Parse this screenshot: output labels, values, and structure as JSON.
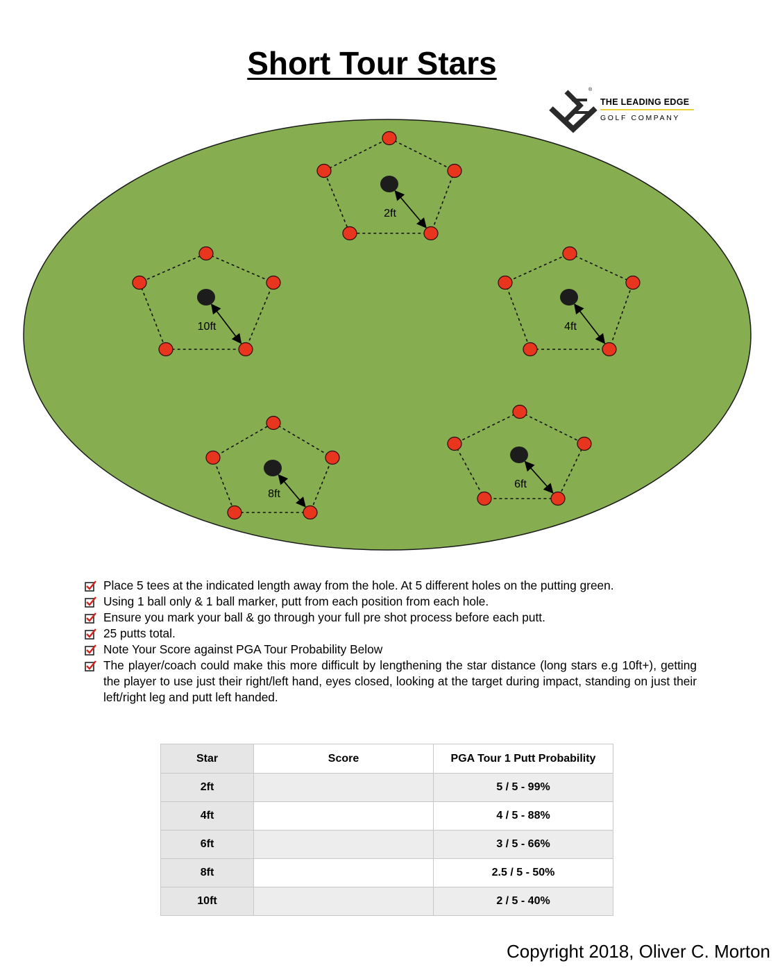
{
  "title": "Short Tour Stars",
  "logo": {
    "line1": "THE LEADING EDGE",
    "line2": "GOLF COMPANY",
    "registered": "®",
    "accent_color": "#e8d43a",
    "icon": "leading-edge-logo-icon"
  },
  "colors": {
    "green": "#86ad4f",
    "tee": "#e8361e",
    "hole": "#1c1c1c"
  },
  "stars": [
    {
      "name": "star-2ft",
      "label": "2ft"
    },
    {
      "name": "star-10ft",
      "label": "10ft"
    },
    {
      "name": "star-4ft",
      "label": "4ft"
    },
    {
      "name": "star-8ft",
      "label": "8ft"
    },
    {
      "name": "star-6ft",
      "label": "6ft"
    }
  ],
  "instructions": [
    "Place 5 tees at the indicated length away from the hole. At 5 different holes on the putting green.",
    "Using 1 ball only & 1 ball marker, putt from each position from each hole.",
    "Ensure you mark your ball & go through your full pre shot process before each putt.",
    "25 putts total.",
    "Note Your Score against PGA Tour Probability Below",
    "The player/coach could make this more difficult by lengthening the star distance (long stars e.g 10ft+), getting the player to use just their right/left hand, eyes closed, looking at the target during impact, standing on just their left/right leg and putt left handed."
  ],
  "table": {
    "headers": [
      "Star",
      "Score",
      "PGA Tour 1 Putt Probability"
    ],
    "rows": [
      {
        "star": "2ft",
        "score": "",
        "probability": "5 / 5 - 99%"
      },
      {
        "star": "4ft",
        "score": "",
        "probability": "4 / 5 - 88%"
      },
      {
        "star": "6ft",
        "score": "",
        "probability": "3 / 5 - 66%"
      },
      {
        "star": "8ft",
        "score": "",
        "probability": "2.5 / 5 - 50%"
      },
      {
        "star": "10ft",
        "score": "",
        "probability": "2 / 5 - 40%"
      }
    ]
  },
  "copyright": "Copyright 2018, Oliver C. Morton"
}
